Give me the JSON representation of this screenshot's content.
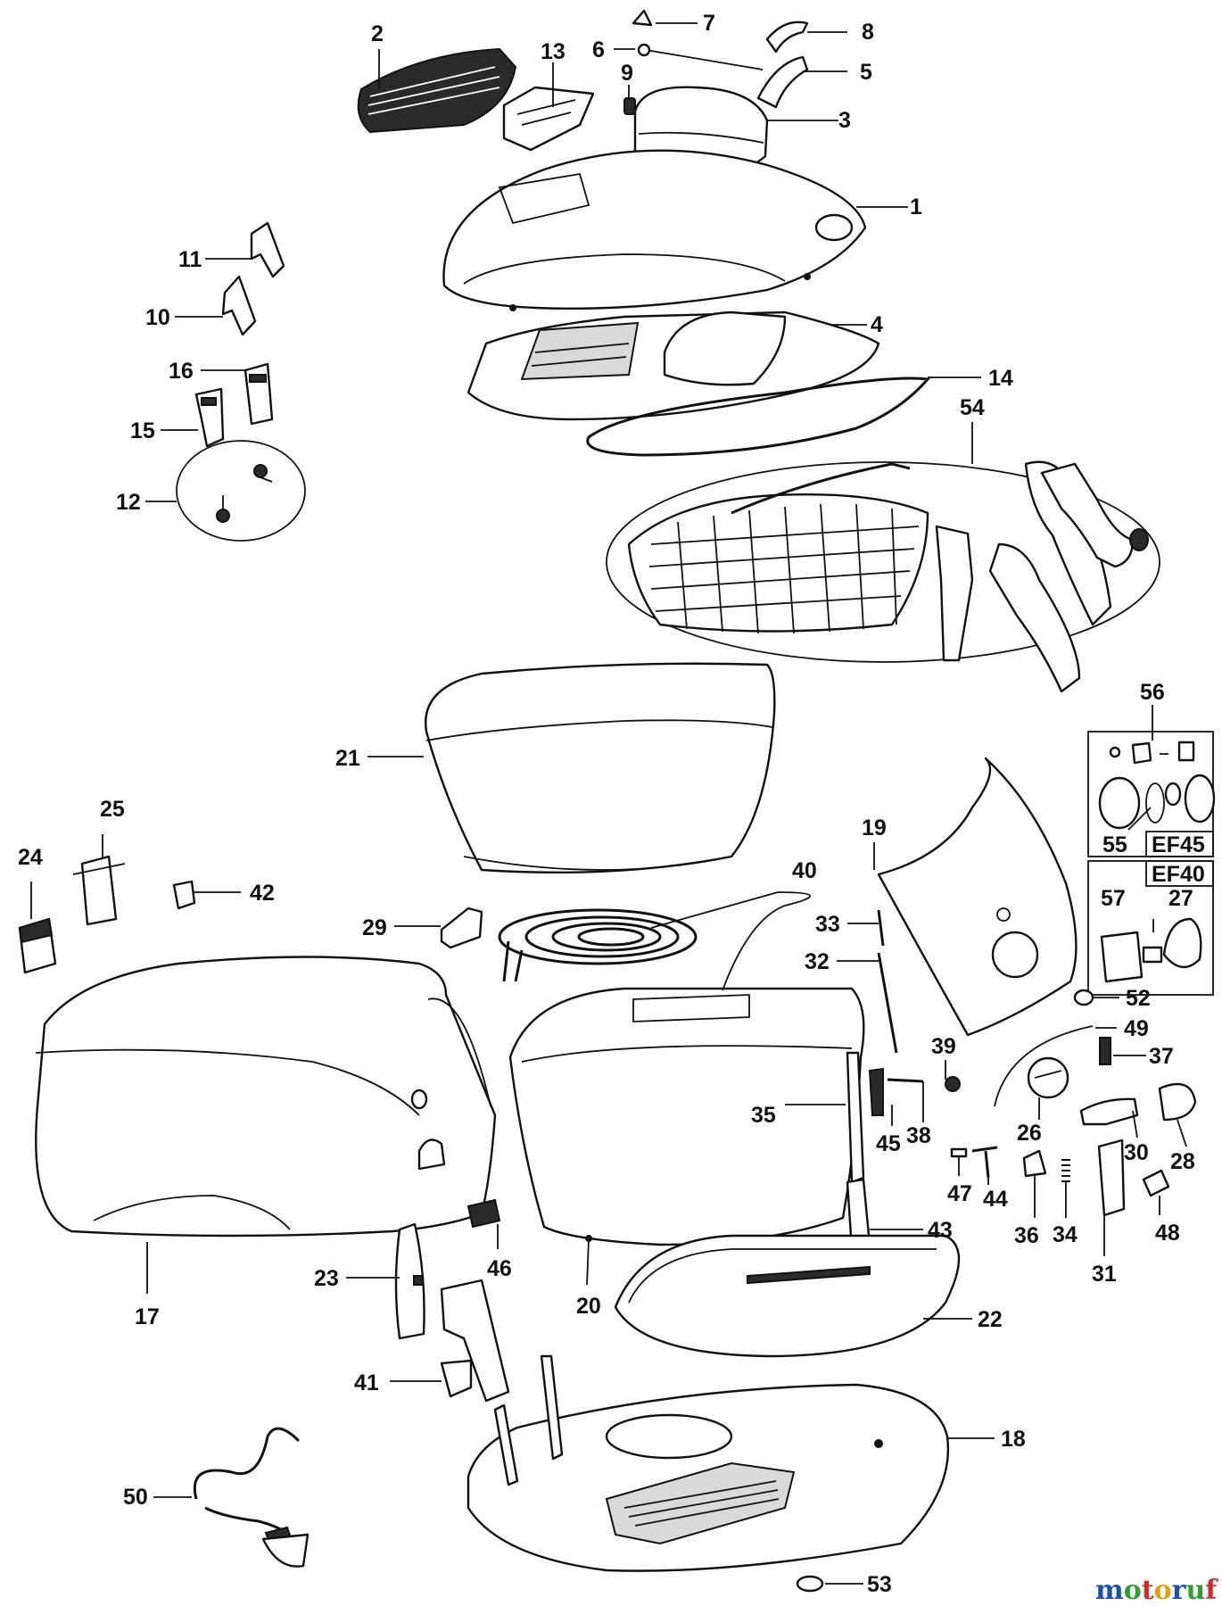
{
  "variants": {
    "box_a": "EF45",
    "box_b": "EF40"
  },
  "watermark": {
    "text": "motoruf",
    "colors": [
      "#1a4fb5",
      "#2e9e2e",
      "#d22a2a",
      "#e0a010",
      "#1a4fb5",
      "#2e9e2e",
      "#d22a2a"
    ]
  },
  "callouts": [
    {
      "label": "1"
    },
    {
      "label": "2"
    },
    {
      "label": "3"
    },
    {
      "label": "4"
    },
    {
      "label": "5"
    },
    {
      "label": "6"
    },
    {
      "label": "7"
    },
    {
      "label": "8"
    },
    {
      "label": "9"
    },
    {
      "label": "10"
    },
    {
      "label": "11"
    },
    {
      "label": "12"
    },
    {
      "label": "13"
    },
    {
      "label": "14"
    },
    {
      "label": "15"
    },
    {
      "label": "16"
    },
    {
      "label": "17"
    },
    {
      "label": "18"
    },
    {
      "label": "19"
    },
    {
      "label": "20"
    },
    {
      "label": "21"
    },
    {
      "label": "22"
    },
    {
      "label": "23"
    },
    {
      "label": "24"
    },
    {
      "label": "25"
    },
    {
      "label": "26"
    },
    {
      "label": "27"
    },
    {
      "label": "28"
    },
    {
      "label": "29"
    },
    {
      "label": "30"
    },
    {
      "label": "31"
    },
    {
      "label": "32"
    },
    {
      "label": "33"
    },
    {
      "label": "34"
    },
    {
      "label": "35"
    },
    {
      "label": "36"
    },
    {
      "label": "37"
    },
    {
      "label": "38"
    },
    {
      "label": "39"
    },
    {
      "label": "40"
    },
    {
      "label": "41"
    },
    {
      "label": "42"
    },
    {
      "label": "43"
    },
    {
      "label": "44"
    },
    {
      "label": "45"
    },
    {
      "label": "46"
    },
    {
      "label": "47"
    },
    {
      "label": "48"
    },
    {
      "label": "49"
    },
    {
      "label": "50"
    },
    {
      "label": "52"
    },
    {
      "label": "53"
    },
    {
      "label": "54"
    },
    {
      "label": "55"
    },
    {
      "label": "56"
    },
    {
      "label": "57"
    }
  ]
}
